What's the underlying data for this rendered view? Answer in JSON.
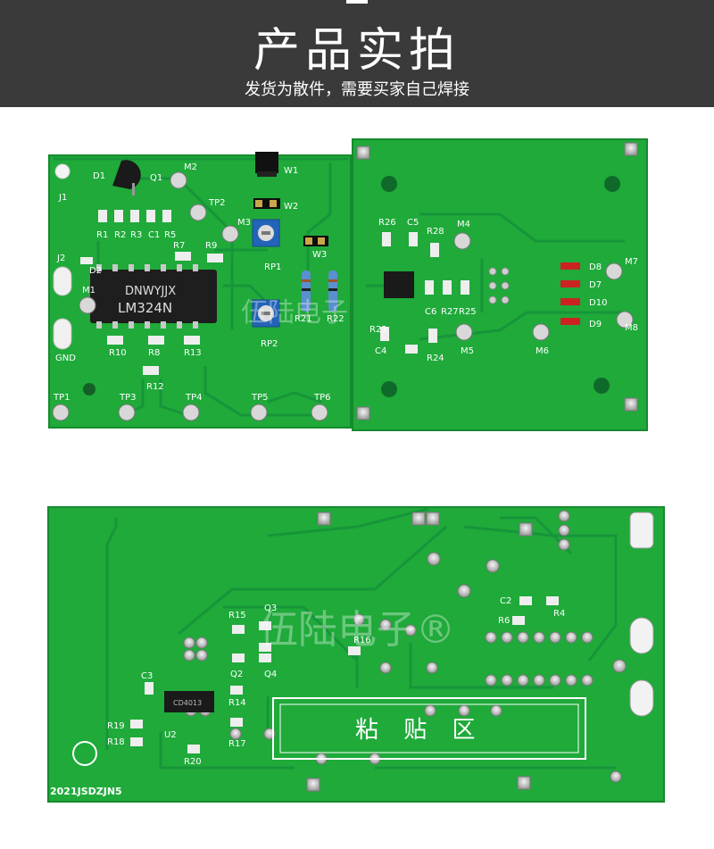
{
  "header": {
    "title": "产品实拍",
    "subtitle": "发货为散件，需要买家自己焊接"
  },
  "board_top_left": {
    "chip_line1": "DNWYJJX",
    "chip_line2": "LM324N",
    "labels": [
      "J1",
      "D1",
      "Q1",
      "M2",
      "W1",
      "W2",
      "TP2",
      "R1",
      "R2",
      "R3",
      "C1",
      "R5",
      "M3",
      "R7",
      "R9",
      "J2",
      "D2",
      "RP1",
      "W3",
      "M1",
      "GND",
      "R10",
      "R8",
      "R13",
      "R12",
      "RP2",
      "R21",
      "R22",
      "TP1",
      "TP3",
      "TP4",
      "TP5",
      "TP6"
    ]
  },
  "board_top_right": {
    "labels": [
      "R26",
      "C5",
      "M4",
      "R28",
      "D8",
      "M7",
      "D7",
      "C6",
      "R27",
      "R25",
      "D10",
      "R23",
      "D9",
      "M8",
      "C4",
      "R24",
      "M5",
      "M6"
    ]
  },
  "board_bottom": {
    "labels": [
      "C2",
      "R4",
      "R6",
      "R15",
      "Q3",
      "R16",
      "Q2",
      "Q4",
      "C3",
      "R14",
      "R19",
      "R17",
      "R18",
      "U2",
      "R20"
    ],
    "chip_text": "CD4013",
    "paste_area": "粘 贴 区",
    "board_code": "2021JSDZJN5"
  },
  "watermark": {
    "text": "伍陆电子®"
  },
  "colors": {
    "pcb": "#1faa3a",
    "pcb_dark": "#138a2a",
    "trace": "#17963a",
    "header_bg": "#3a3a3a"
  }
}
